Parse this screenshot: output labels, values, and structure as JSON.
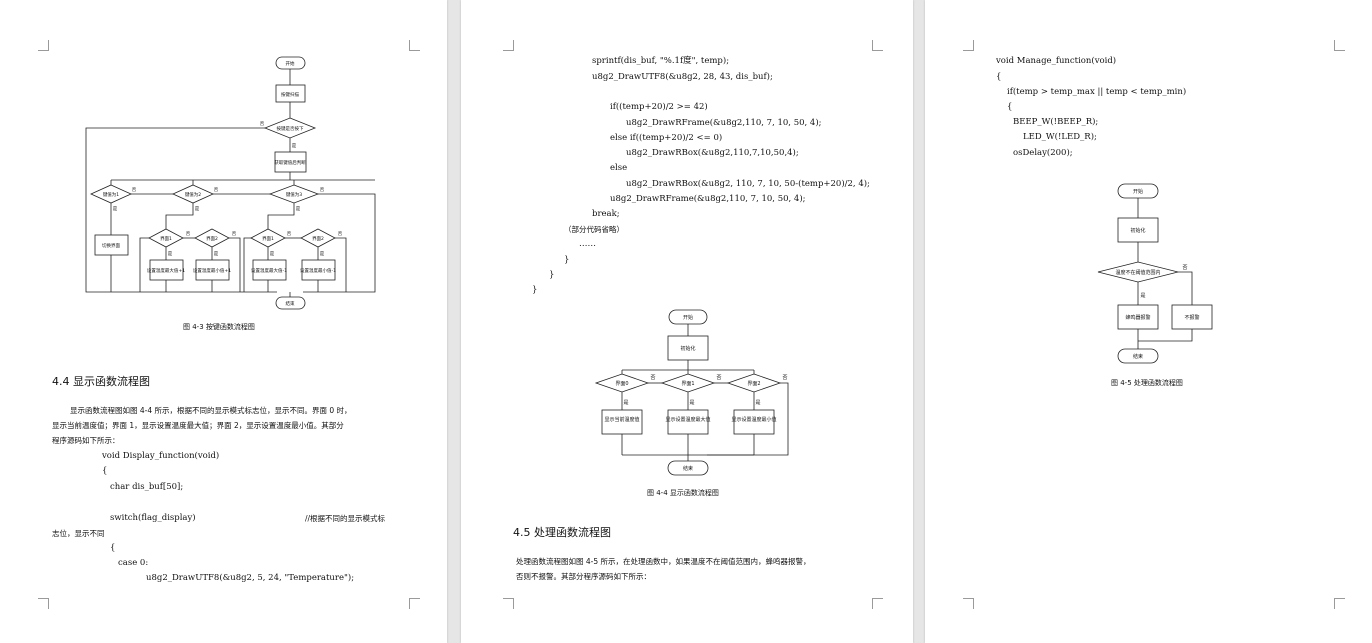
{
  "page1": {
    "flowchart_keys": {
      "start": "开始",
      "scan": "按键扫描",
      "q_pressed": "按键是否按下",
      "judge": "获取键值后判断",
      "q_k1": "键值为1",
      "q_k2": "键值为2",
      "q_k3": "键值为3",
      "switch_ui": "切换界面",
      "q_ui1_a": "界面1",
      "q_ui2_a": "界面2",
      "q_ui1_b": "界面1",
      "q_ui2_b": "界面2",
      "act1": "设置温度最大值+1",
      "act2": "设置温度最小值+1",
      "act3": "设置温度最大值-1",
      "act4": "设置温度最小值-1",
      "end": "结束",
      "yes": "是",
      "no": "否"
    },
    "caption": "图 4-3   按键函数流程图",
    "heading": "4.4 显示函数流程图",
    "para_line1": "显示函数流程图如图 4-4 所示，根据不同的显示模式标志位，显示不同。界面 0 时，",
    "para_line2": "显示当前温度值；界面 1，显示设置温度最大值；界面 2，显示设置温度最小值。其部分",
    "para_line3": "程序源码如下所示：",
    "code1": "void Display_function(void)",
    "code2": "{",
    "code3": "char dis_buf[50];",
    "code4": "switch(flag_display)",
    "code4_comment": "//根据不同的显示模式标",
    "code5": "志位，显示不同",
    "code6": "{",
    "code7": "case 0:",
    "code8": "u8g2_DrawUTF8(&u8g2, 5, 24, \"Temperature\");"
  },
  "page2": {
    "code": [
      "sprintf(dis_buf, \"%.1f度\", temp);",
      "u8g2_DrawUTF8(&u8g2, 28, 43, dis_buf);",
      "if((temp+20)/2 >= 42)",
      "u8g2_DrawRFrame(&u8g2,110, 7, 10, 50, 4);",
      "else if((temp+20)/2 <= 0)",
      "u8g2_DrawRBox(&u8g2,110,7,10,50,4);",
      "else",
      "u8g2_DrawRBox(&u8g2, 110, 7, 10, 50-(temp+20)/2, 4);",
      "u8g2_DrawRFrame(&u8g2,110, 7, 10, 50, 4);",
      "break;",
      "（部分代码省略）",
      "……",
      "}",
      "}",
      "}"
    ],
    "flowchart_display": {
      "start": "开始",
      "init": "初始化",
      "q0": "界面0",
      "q1": "界面1",
      "q2": "界面2",
      "b0": "显示当前温度值",
      "b1": "显示设置温度最大值",
      "b2": "显示设置温度最小值",
      "end": "结束",
      "yes": "是",
      "no": "否"
    },
    "caption": "图 4-4   显示函数流程图",
    "heading": "4.5 处理函数流程图",
    "para_line1": "处理函数流程图如图 4-5 所示，在处理函数中，如果温度不在阈值范围内，蜂鸣器报警，",
    "para_line2": "否则不报警。其部分程序源码如下所示："
  },
  "page3": {
    "code": [
      "void Manage_function(void)",
      "{",
      "if(temp > temp_max || temp < temp_min)",
      "{",
      "BEEP_W(!BEEP_R);",
      "LED_W(!LED_R);",
      "osDelay(200);"
    ],
    "flowchart_manage": {
      "start": "开始",
      "init": "初始化",
      "q": "温度不在阈值范围内",
      "alarm": "蜂鸣器报警",
      "no_alarm": "不报警",
      "end": "结束",
      "yes": "是",
      "no": "否"
    },
    "caption": "图 4-5   处理函数流程图"
  }
}
